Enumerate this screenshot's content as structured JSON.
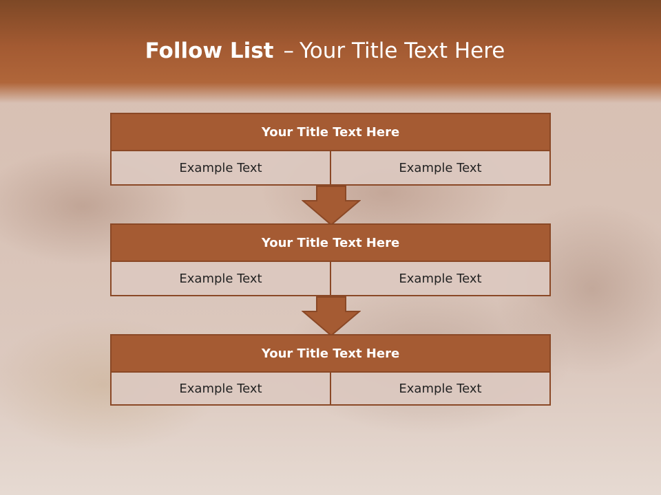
{
  "slide": {
    "title_bold": "Follow List",
    "title_dash": "–",
    "title_rest": "Your Title Text Here"
  },
  "blocks": [
    {
      "title": "Your Title Text Here",
      "left": "Example Text",
      "right": "Example Text"
    },
    {
      "title": "Your Title Text Here",
      "left": "Example Text",
      "right": "Example Text"
    },
    {
      "title": "Your Title Text Here",
      "left": "Example Text",
      "right": "Example Text"
    }
  ],
  "colors": {
    "accent": "#a55b33",
    "border": "#8a4826",
    "cell": "#dcc8c0"
  }
}
